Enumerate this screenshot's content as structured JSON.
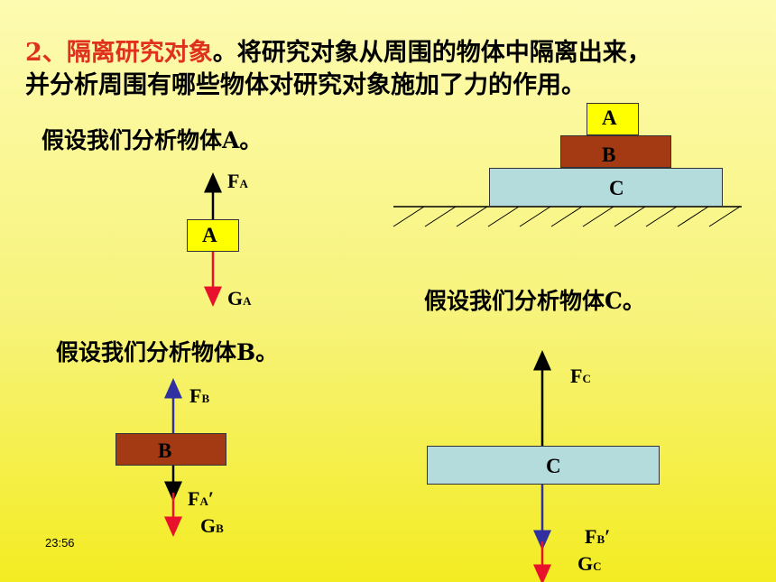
{
  "heading": {
    "number": "2、",
    "keyword": "隔离研究对象",
    "line1_rest": "。将研究对象从周围的物体中隔离出来，",
    "line2": "并分析周围有哪些物体对研究对象施加了力的作用。"
  },
  "stack": {
    "block_a": "A",
    "block_b": "B",
    "block_c": "C"
  },
  "panel_a": {
    "caption": "假设我们分析物体A。",
    "block": "A",
    "force_up": "F",
    "force_up_sub": "A",
    "force_down": "G",
    "force_down_sub": "A"
  },
  "panel_b": {
    "caption": "假设我们分析物体B。",
    "block": "B",
    "force_up": "F",
    "force_up_sub": "B",
    "force_down1": "F",
    "force_down1_sub": "A",
    "force_down1_prime": "′",
    "force_down2": "G",
    "force_down2_sub": "B"
  },
  "panel_c": {
    "caption": "假设我们分析物体C。",
    "block": "C",
    "force_up": "F",
    "force_up_sub": "C",
    "force_down1": "F",
    "force_down1_sub": "B",
    "force_down1_prime": "′",
    "force_down2": "G",
    "force_down2_sub": "C"
  },
  "footer": {
    "time": "23:56"
  },
  "colors": {
    "heading_red": "#e0301e",
    "block_a": "#ffff00",
    "block_b": "#a33a14",
    "block_c": "#b4dcdc",
    "arrow_red": "#e8102a",
    "arrow_blue": "#3030a0",
    "arrow_black": "#000000"
  }
}
